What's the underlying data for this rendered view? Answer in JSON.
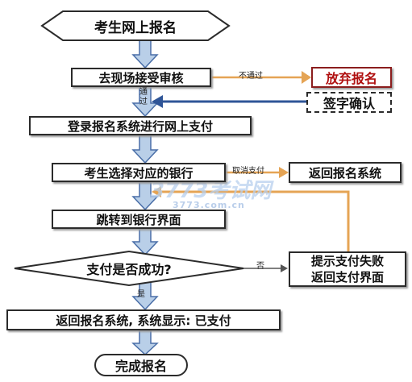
{
  "flow": {
    "start": "考生网上报名",
    "step_onsite_review": "去现场接受审核",
    "label_not_passed": "不通过",
    "give_up": "放弃报名",
    "label_passed": "通\n过",
    "sign_confirm": "签字确认",
    "step_login_pay": "登录报名系统进行网上支付",
    "step_select_bank": "考生选择对应的银行",
    "label_cancel_pay": "取消支付",
    "return_system": "返回报名系统",
    "step_jump_bank": "跳转到银行界面",
    "decision_pay_success": "支付是否成功?",
    "label_no": "否",
    "pay_failed": "提示支付失败\n返回支付界面",
    "label_yes": "是",
    "step_return_paid": "返回报名系统, 系统显示: 已支付",
    "end": "完成报名"
  },
  "watermark": {
    "main": "3773考试网",
    "sub": "3773.com.cn"
  },
  "colors": {
    "arrow_fill": "#b9cfe8",
    "arrow_stroke": "#4a6fa8",
    "orange_line": "#e5a455",
    "dark_red_border": "#8b1d1d",
    "give_up_text": "#b01010",
    "blue_arrow": "#2f5597"
  }
}
